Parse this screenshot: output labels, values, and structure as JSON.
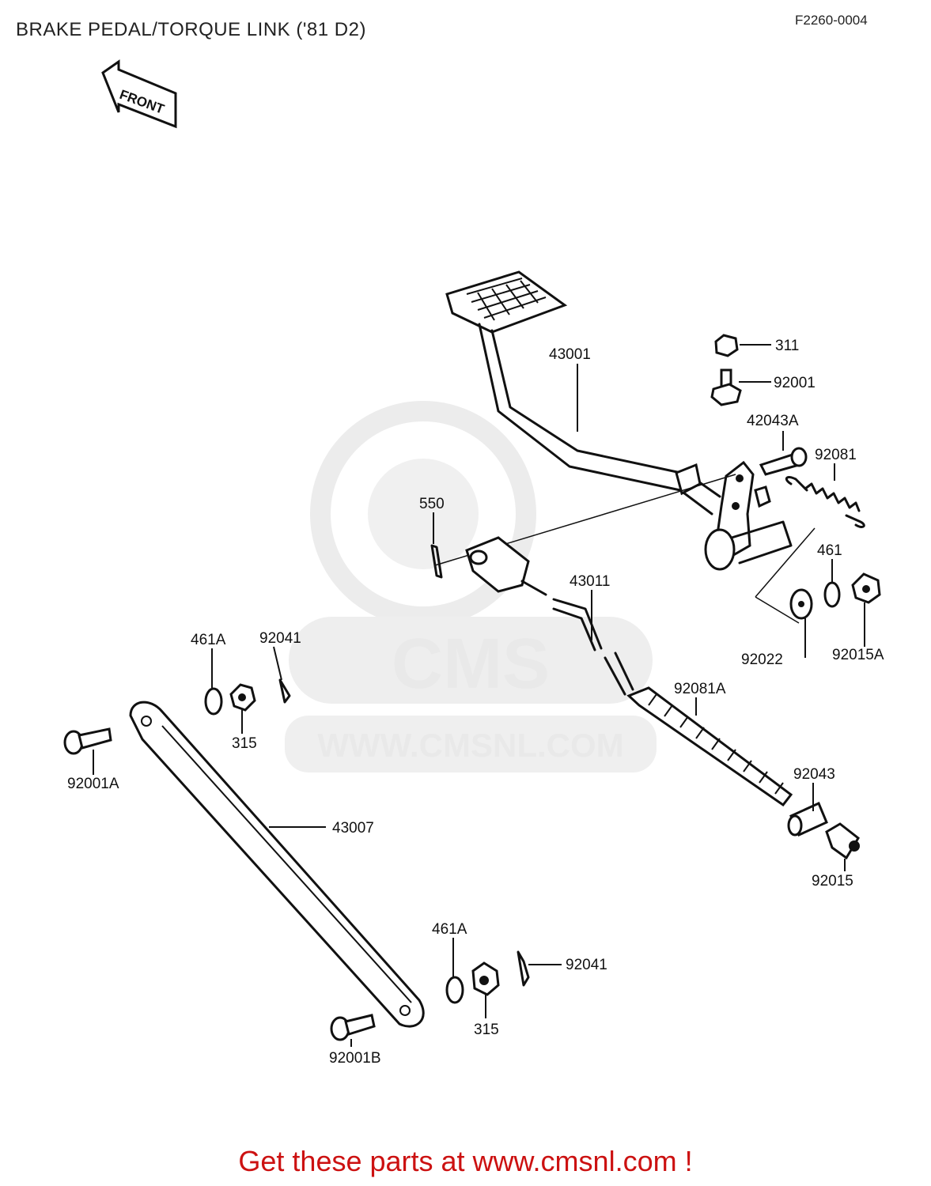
{
  "header": {
    "title": "BRAKE PEDAL/TORQUE LINK ('81 D2)",
    "diagram_code": "F2260-0004"
  },
  "orientation": {
    "label": "FRONT"
  },
  "watermark": {
    "logo": "CMS",
    "url": "WWW.CMSNL.COM"
  },
  "callouts": {
    "c311": "311",
    "c92001": "92001",
    "c43001": "43001",
    "c42043A": "42043A",
    "c92081": "92081",
    "c550": "550",
    "c461": "461",
    "c43011": "43011",
    "c92022": "92022",
    "c92015A": "92015A",
    "c461A_top": "461A",
    "c92041_top": "92041",
    "c315_top": "315",
    "c92081A": "92081A",
    "c92001A": "92001A",
    "c92043": "92043",
    "c43007": "43007",
    "c92015": "92015",
    "c461A_bottom": "461A",
    "c92041_bottom": "92041",
    "c315_bottom": "315",
    "c92001B": "92001B"
  },
  "footer": {
    "text": "Get these parts at www.cmsnl.com !"
  }
}
